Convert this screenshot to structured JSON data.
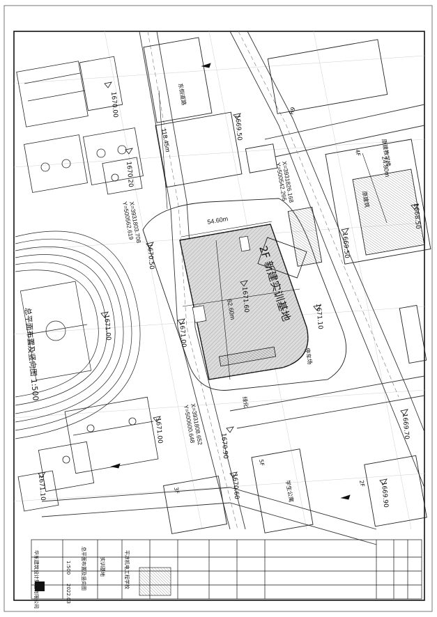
{
  "title": {
    "building_name": "2F 新建实训基地",
    "drawing_name": "总平面布置及竖向图 1:500"
  },
  "elevations": {
    "e1": "1670.00",
    "e2": "1669.50",
    "e3": "1670.20",
    "e4": "1670.50",
    "e5": "1671.60",
    "e6": "1671.00",
    "e7": "1671.00",
    "e8": "1671.10",
    "e9": "1670.90",
    "e10": "1671.00",
    "e11": "1670.60",
    "e12": "1671.10",
    "e13": "1669.50",
    "e14": "1668.50",
    "e15": "1669.70",
    "e16": "1669.90"
  },
  "coordinates": {
    "c1_x": "X=3931826.168",
    "c1_y": "Y=500542.266",
    "c2_x": "X=3931803.708",
    "c2_y": "Y=500562.619",
    "c3_x": "X=3931808.652",
    "c3_y": "Y=500600.648"
  },
  "dimensions": {
    "d1": "54.60m",
    "d2": "62.60m",
    "d3": "24.80m",
    "d4": "118.45m"
  },
  "labels": {
    "radius": "R9",
    "green": "绿化",
    "parking": "停车场",
    "exist_building": "原建筑",
    "exist_teaching": "原建教学楼",
    "apartment": "学生公寓",
    "east_road": "东侧道路",
    "floor_2f": "2F",
    "floor_4f": "4F",
    "floor_5f": "5F",
    "floor_3f": "3F"
  },
  "title_block": {
    "company": "华东建筑设计集团有限公司",
    "project_1": "平凉机电工程学校",
    "project_2": "实训基地",
    "drawing": "总平面布置及竖向图",
    "scale": "1:500",
    "date": "2022.03"
  },
  "colors": {
    "line": "#222222",
    "hatch": "#9a9a9a",
    "building_fill": "#dcdcdc",
    "road": "#555555"
  }
}
